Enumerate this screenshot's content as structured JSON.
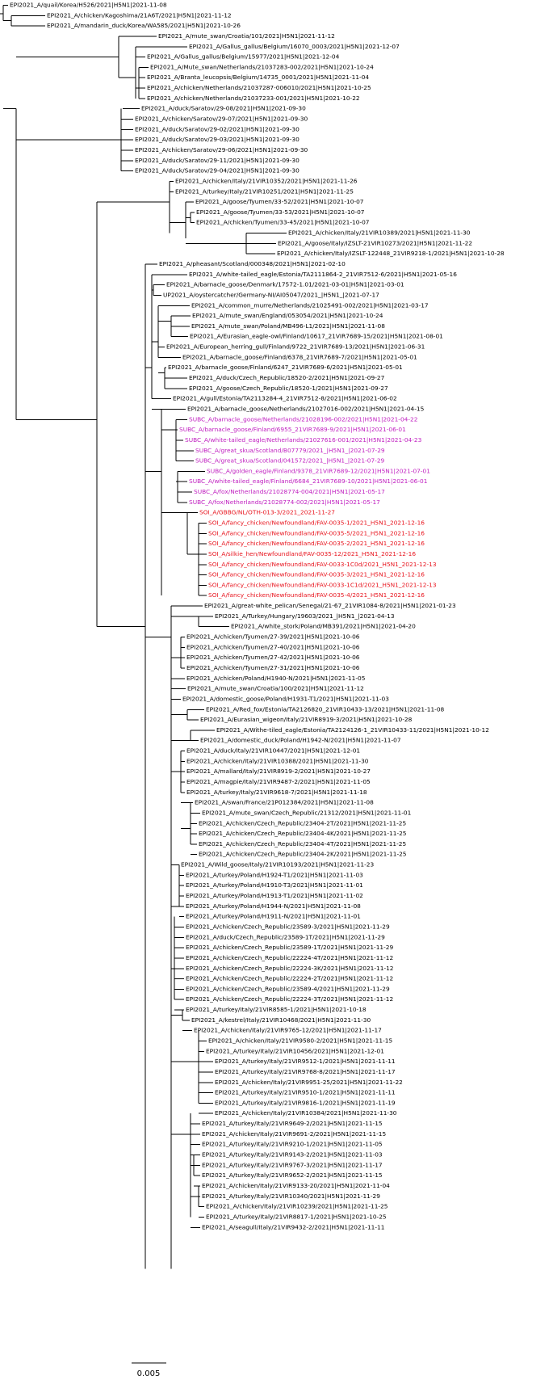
{
  "colors": {
    "default": "#000000",
    "subc": "#c020c0",
    "soi": "#e8141e",
    "branch": "#000000"
  },
  "scale_bar": {
    "label": "0.005"
  },
  "tips": [
    {
      "label": "EPI2021_A/quail/Korea/H526/2021|H5N1|2021-11-08",
      "group": "default"
    },
    {
      "label": "EPI2021_A/chicken/Kagoshima/21A6T/2021|H5N1|2021-11-12",
      "group": "default"
    },
    {
      "label": "EPI2021_A/mandarin_duck/Korea/WA585/2021|H5N1|2021-10-26",
      "group": "default"
    },
    {
      "label": "EPI2021_A/mute_swan/Croatia/101/2021|H5N1|2021-11-12",
      "group": "default"
    },
    {
      "label": "EPI2021_A/Gallus_gallus/Belgium/16070_0003/2021|H5N1|2021-12-07",
      "group": "default"
    },
    {
      "label": "EPI2021_A/Gallus_gallus/Belgium/15977/2021|H5N1|2021-12-04",
      "group": "default"
    },
    {
      "label": "EPI2021_A/Mute_swan/Netherlands/21037283-002/2021|H5N1|2021-10-24",
      "group": "default"
    },
    {
      "label": "EPI2021_A/Branta_leucopsis/Belgium/14735_0001/2021|H5N1|2021-11-04",
      "group": "default"
    },
    {
      "label": "EPI2021_A/chicken/Netherlands/21037287-006010/2021|H5N1|2021-10-25",
      "group": "default"
    },
    {
      "label": "EPI2021_A/chicken/Netherlands/21037233-001/2021|H5N1|2021-10-22",
      "group": "default"
    },
    {
      "label": "EPI2021_A/duck/Saratov/29-08/2021|H5N1|2021-09-30",
      "group": "default"
    },
    {
      "label": "EPI2021_A/chicken/Saratov/29-07/2021|H5N1|2021-09-30",
      "group": "default"
    },
    {
      "label": "EPI2021_A/duck/Saratov/29-02/2021|H5N1|2021-09-30",
      "group": "default"
    },
    {
      "label": "EPI2021_A/duck/Saratov/29-03/2021|H5N1|2021-09-30",
      "group": "default"
    },
    {
      "label": "EPI2021_A/chicken/Saratov/29-06/2021|H5N1|2021-09-30",
      "group": "default"
    },
    {
      "label": "EPI2021_A/duck/Saratov/29-11/2021|H5N1|2021-09-30",
      "group": "default"
    },
    {
      "label": "EPI2021_A/duck/Saratov/29-04/2021|H5N1|2021-09-30",
      "group": "default"
    },
    {
      "label": "EPI2021_A/chicken/Italy/21VIR10352/2021|H5N1|2021-11-26",
      "group": "default"
    },
    {
      "label": "EPI2021_A/turkey/Italy/21VIR10251/2021|H5N1|2021-11-25",
      "group": "default"
    },
    {
      "label": "EPI2021_A/goose/Tyumen/33-52/2021|H5N1|2021-10-07",
      "group": "default"
    },
    {
      "label": "EPI2021_A/goose/Tyumen/33-53/2021|H5N1|2021-10-07",
      "group": "default"
    },
    {
      "label": "EPI2021_A/chicken/Tyumen/33-45/2021|H5N1|2021-10-07",
      "group": "default"
    },
    {
      "label": "EPI2021_A/chicken/Italy/21VIR10389/2021|H5N1|2021-11-30",
      "group": "default"
    },
    {
      "label": "EPI2021_A/goose/Italy/IZSLT-21VIR10273/2021|H5N1|2021-11-22",
      "group": "default"
    },
    {
      "label": "EPI2021_A/chicken/Italy/IZSLT-122448_21VIR9218-1/2021|H5N1|2021-10-28",
      "group": "default"
    },
    {
      "label": "EPI2021_A/pheasant/Scotland/000348/2021|H5N1|2021-02-10",
      "group": "default"
    },
    {
      "label": "EPI2021_A/white-tailed_eagle/Estonia/TA2111864-2_21VIR7512-6/2021|H5N1|2021-05-16",
      "group": "default"
    },
    {
      "label": "EPI2021_A/barnacle_goose/Denmark/17572-1.01/2021-03-01|H5N1|2021-03-01",
      "group": "default"
    },
    {
      "label": "UP2021_A/oystercatcher/Germany-NI/AI05047/2021_|H5N1_|2021-07-17",
      "group": "default"
    },
    {
      "label": "EPI2021_A/common_murre/Netherlands/21025491-002/2021|H5N1|2021-03-17",
      "group": "default"
    },
    {
      "label": "EPI2021_A/mute_swan/England/053054/2021|H5N1|2021-10-24",
      "group": "default"
    },
    {
      "label": "EPI2021_A/mute_swan/Poland/MB496-L1/2021|H5N1|2021-11-08",
      "group": "default"
    },
    {
      "label": "EPI2021_A/Eurasian_eagle-owl/Finland/10617_21VIR7689-15/2021|H5N1|2021-08-01",
      "group": "default"
    },
    {
      "label": "EPI2021_A/European_herring_gull/Finland/9722_21VIR7689-13/2021|H5N1|2021-06-31",
      "group": "default"
    },
    {
      "label": "EPI2021_A/barnacle_goose/Finland/6378_21VIR7689-7/2021|H5N1|2021-05-01",
      "group": "default"
    },
    {
      "label": "EPI2021_A/barnacle_goose/Finland/6247_21VIR7689-6/2021|H5N1|2021-05-01",
      "group": "default"
    },
    {
      "label": "EPI2021_A/duck/Czech_Republic/18520-2/2021|H5N1|2021-09-27",
      "group": "default"
    },
    {
      "label": "EPI2021_A/goose/Czech_Republic/18520-1/2021|H5N1|2021-09-27",
      "group": "default"
    },
    {
      "label": "EPI2021_A/gull/Estonia/TA2113284-4_21VIR7512-8/2021|H5N1|2021-06-02",
      "group": "default"
    },
    {
      "label": "EPI2021_A/barnacle_goose/Netherlands/21027016-002/2021|H5N1|2021-04-15",
      "group": "default"
    },
    {
      "label": "SUBC_A/barnacle_goose/Netherlands/21028196-002/2021|H5N1|2021-04-22",
      "group": "subc"
    },
    {
      "label": "SUBC_A/barnacle_goose/Finland/6955_21VIR7689-9/2021|H5N1|2021-06-01",
      "group": "subc"
    },
    {
      "label": "SUBC_A/white-tailed_eagle/Netherlands/21027616-001/2021|H5N1|2021-04-23",
      "group": "subc"
    },
    {
      "label": "SUBC_A/great_skua/Scotland/B07779/2021_|H5N1_|2021-07-29",
      "group": "subc"
    },
    {
      "label": "SUBC_A/great_skua/Scotland/041572/2021_|H5N1_|2021-07-29",
      "group": "subc"
    },
    {
      "label": "SUBC_A/golden_eagle/Finland/9378_21VIR7689-12/2021|H5N1|2021-07-01",
      "group": "subc"
    },
    {
      "label": "SUBC_A/white-tailed_eagle/Finland/6684_21VIR7689-10/2021|H5N1|2021-06-01",
      "group": "subc"
    },
    {
      "label": "SUBC_A/fox/Netherlands/21028774-004/2021|H5N1|2021-05-17",
      "group": "subc"
    },
    {
      "label": "SUBC_A/fox/Netherlands/21028774-002/2021|H5N1|2021-05-17",
      "group": "subc"
    },
    {
      "label": "SOI_A/GBBG/NL/OTH-013-3/2021_2021-11-27",
      "group": "soi"
    },
    {
      "label": "SOI_A/fancy_chicken/Newfoundland/FAV-0035-1/2021_H5N1_2021-12-16",
      "group": "soi"
    },
    {
      "label": "SOI_A/fancy_chicken/Newfoundland/FAV-0035-5/2021_H5N1_2021-12-16",
      "group": "soi"
    },
    {
      "label": "SOI_A/fancy_chicken/Newfoundland/FAV-0035-2/2021_H5N1_2021-12-16",
      "group": "soi"
    },
    {
      "label": "SOI_A/silkie_hen/Newfoundland/FAV-0035-12/2021_H5N1_2021-12-16",
      "group": "soi"
    },
    {
      "label": "SOI_A/fancy_chicken/Newfoundland/FAV-0033-1C0d/2021_H5N1_2021-12-13",
      "group": "soi"
    },
    {
      "label": "SOI_A/fancy_chicken/Newfoundland/FAV-0035-3/2021_H5N1_2021-12-16",
      "group": "soi"
    },
    {
      "label": "SOI_A/fancy_chicken/Newfoundland/FAV-0033-1C1d/2021_H5N1_2021-12-13",
      "group": "soi"
    },
    {
      "label": "SOI_A/fancy_chicken/Newfoundland/FAV-0035-4/2021_H5N1_2021-12-16",
      "group": "soi"
    },
    {
      "label": "EPI2021_A/great-white_pelican/Senegal/21-67_21VIR1084-8/2021|H5N1|2021-01-23",
      "group": "default"
    },
    {
      "label": "EPI2021_A/Turkey/Hungary/19603/2021_|H5N1_|2021-04-13",
      "group": "default"
    },
    {
      "label": "EPI2021_A/white_stork/Poland/MB391/2021|H5N1|2021-04-20",
      "group": "default"
    },
    {
      "label": "EPI2021_A/chicken/Tyumen/27-39/2021|H5N1|2021-10-06",
      "group": "default"
    },
    {
      "label": "EPI2021_A/chicken/Tyumen/27-40/2021|H5N1|2021-10-06",
      "group": "default"
    },
    {
      "label": "EPI2021_A/chicken/Tyumen/27-42/2021|H5N1|2021-10-06",
      "group": "default"
    },
    {
      "label": "EPI2021_A/chicken/Tyumen/27-31/2021|H5N1|2021-10-06",
      "group": "default"
    },
    {
      "label": "EPI2021_A/chicken/Poland/H1940-N/2021|H5N1|2021-11-05",
      "group": "default"
    },
    {
      "label": "EPI2021_A/mute_swan/Croatia/100/2021|H5N1|2021-11-12",
      "group": "default"
    },
    {
      "label": "EPI2021_A/domestic_goose/Poland/H1931-T1/2021|H5N1|2021-11-03",
      "group": "default"
    },
    {
      "label": "EPI2021_A/Red_fox/Estonia/TA2126820_21VIR10433-13/2021|H5N1|2021-11-08",
      "group": "default"
    },
    {
      "label": "EPI2021_A/Eurasian_wigeon/Italy/21VIR8919-3/2021|H5N1|2021-10-28",
      "group": "default"
    },
    {
      "label": "EPI2021_A/Withe-tiled_eagle/Estonia/TA2124126-1_21VIR10433-11/2021|H5N1|2021-10-12",
      "group": "default"
    },
    {
      "label": "EPI2021_A/domestic_duck/Poland/H1942-N/2021|H5N1|2021-11-07",
      "group": "default"
    },
    {
      "label": "EPI2021_A/duck/Italy/21VIR10447/2021|H5N1|2021-12-01",
      "group": "default"
    },
    {
      "label": "EPI2021_A/chicken/Italy/21VIR10388/2021|H5N1|2021-11-30",
      "group": "default"
    },
    {
      "label": "EPI2021_A/mallard/Italy/21VIR8919-2/2021|H5N1|2021-10-27",
      "group": "default"
    },
    {
      "label": "EPI2021_A/magpie/Italy/21VIR9487-2/2021|H5N1|2021-11-05",
      "group": "default"
    },
    {
      "label": "EPI2021_A/turkey/Italy/21VIR9618-7/2021|H5N1|2021-11-18",
      "group": "default"
    },
    {
      "label": "EPI2021_A/swan/France/21P012384/2021|H5N1|2021-11-08",
      "group": "default"
    },
    {
      "label": "EPI2021_A/mute_swan/Czech_Republic/21312/2021|H5N1|2021-11-01",
      "group": "default"
    },
    {
      "label": "EPI2021_A/chicken/Czech_Republic/23404-2T/2021|H5N1|2021-11-25",
      "group": "default"
    },
    {
      "label": "EPI2021_A/chicken/Czech_Republic/23404-4K/2021|H5N1|2021-11-25",
      "group": "default"
    },
    {
      "label": "EPI2021_A/chicken/Czech_Republic/23404-4T/2021|H5N1|2021-11-25",
      "group": "default"
    },
    {
      "label": "EPI2021_A/chicken/Czech_Republic/23404-2K/2021|H5N1|2021-11-25",
      "group": "default"
    },
    {
      "label": "EPI2021_A/Wild_goose/Italy/21VIR10193/2021|H5N1|2021-11-23",
      "group": "default"
    },
    {
      "label": "EPI2021_A/turkey/Poland/H1924-T1/2021|H5N1|2021-11-03",
      "group": "default"
    },
    {
      "label": "EPI2021_A/turkey/Poland/H1910-T3/2021|H5N1|2021-11-01",
      "group": "default"
    },
    {
      "label": "EPI2021_A/turkey/Poland/H1913-T1/2021|H5N1|2021-11-02",
      "group": "default"
    },
    {
      "label": "EPI2021_A/turkey/Poland/H1944-N/2021|H5N1|2021-11-08",
      "group": "default"
    },
    {
      "label": "EPI2021_A/turkey/Poland/H1911-N/2021|H5N1|2021-11-01",
      "group": "default"
    },
    {
      "label": "EPI2021_A/chicken/Czech_Republic/23589-3/2021|H5N1|2021-11-29",
      "group": "default"
    },
    {
      "label": "EPI2021_A/duck/Czech_Republic/23589-1T/2021|H5N1|2021-11-29",
      "group": "default"
    },
    {
      "label": "EPI2021_A/chicken/Czech_Republic/23589-1T/2021|H5N1|2021-11-29",
      "group": "default"
    },
    {
      "label": "EPI2021_A/chicken/Czech_Republic/22224-4T/2021|H5N1|2021-11-12",
      "group": "default"
    },
    {
      "label": "EPI2021_A/chicken/Czech_Republic/22224-3K/2021|H5N1|2021-11-12",
      "group": "default"
    },
    {
      "label": "EPI2021_A/chicken/Czech_Republic/22224-2T/2021|H5N1|2021-11-12",
      "group": "default"
    },
    {
      "label": "EPI2021_A/chicken/Czech_Republic/23589-4/2021|H5N1|2021-11-29",
      "group": "default"
    },
    {
      "label": "EPI2021_A/chicken/Czech_Republic/22224-3T/2021|H5N1|2021-11-12",
      "group": "default"
    },
    {
      "label": "EPI2021_A/turkey/Italy/21VIR8585-1/2021|H5N1|2021-10-18",
      "group": "default"
    },
    {
      "label": "EPI2021_A/kestrel/Italy/21VIR10468/2021|H5N1|2021-11-30",
      "group": "default"
    },
    {
      "label": "EPI2021_A/chicken/Italy/21VIR9765-12/2021|H5N1|2021-11-17",
      "group": "default"
    },
    {
      "label": "EPI2021_A/chicken/Italy/21VIR9580-2/2021|H5N1|2021-11-15",
      "group": "default"
    },
    {
      "label": "EPI2021_A/turkey/Italy/21VIR10456/2021|H5N1|2021-12-01",
      "group": "default"
    },
    {
      "label": "EPI2021_A/turkey/Italy/21VIR9512-1/2021|H5N1|2021-11-11",
      "group": "default"
    },
    {
      "label": "EPI2021_A/turkey/Italy/21VIR9768-8/2021|H5N1|2021-11-17",
      "group": "default"
    },
    {
      "label": "EPI2021_A/chicken/Italy/21VIR9951-25/2021|H5N1|2021-11-22",
      "group": "default"
    },
    {
      "label": "EPI2021_A/turkey/Italy/21VIR9510-1/2021|H5N1|2021-11-11",
      "group": "default"
    },
    {
      "label": "EPI2021_A/turkey/Italy/21VIR9816-1/2021|H5N1|2021-11-19",
      "group": "default"
    },
    {
      "label": "EPI2021_A/chicken/Italy/21VIR10384/2021|H5N1|2021-11-30",
      "group": "default"
    },
    {
      "label": "EPI2021_A/turkey/Italy/21VIR9649-2/2021|H5N1|2021-11-15",
      "group": "default"
    },
    {
      "label": "EPI2021_A/chicken/Italy/21VIR9691-2/2021|H5N1|2021-11-15",
      "group": "default"
    },
    {
      "label": "EPI2021_A/turkey/Italy/21VIR9210-1/2021|H5N1|2021-11-05",
      "group": "default"
    },
    {
      "label": "EPI2021_A/turkey/Italy/21VIR9143-2/2021|H5N1|2021-11-03",
      "group": "default"
    },
    {
      "label": "EPI2021_A/turkey/Italy/21VIR9767-3/2021|H5N1|2021-11-17",
      "group": "default"
    },
    {
      "label": "EPI2021_A/turkey/Italy/21VIR9652-2/2021|H5N1|2021-11-15",
      "group": "default"
    },
    {
      "label": "EPI2021_A/chicken/Italy/21VIR9133-20/2021|H5N1|2021-11-04",
      "group": "default"
    },
    {
      "label": "EPI2021_A/turkey/Italy/21VIR10340/2021|H5N1|2021-11-29",
      "group": "default"
    },
    {
      "label": "EPI2021_A/chicken/Italy/21VIR10239/2021|H5N1|2021-11-25",
      "group": "default"
    },
    {
      "label": "EPI2021_A/turkey/Italy/21VIR8817-1/2021|H5N1|2021-10-25",
      "group": "default"
    },
    {
      "label": "EPI2021_A/seagull/Italy/21VIR9432-2/2021|H5N1|2021-11-11",
      "group": "default"
    }
  ]
}
